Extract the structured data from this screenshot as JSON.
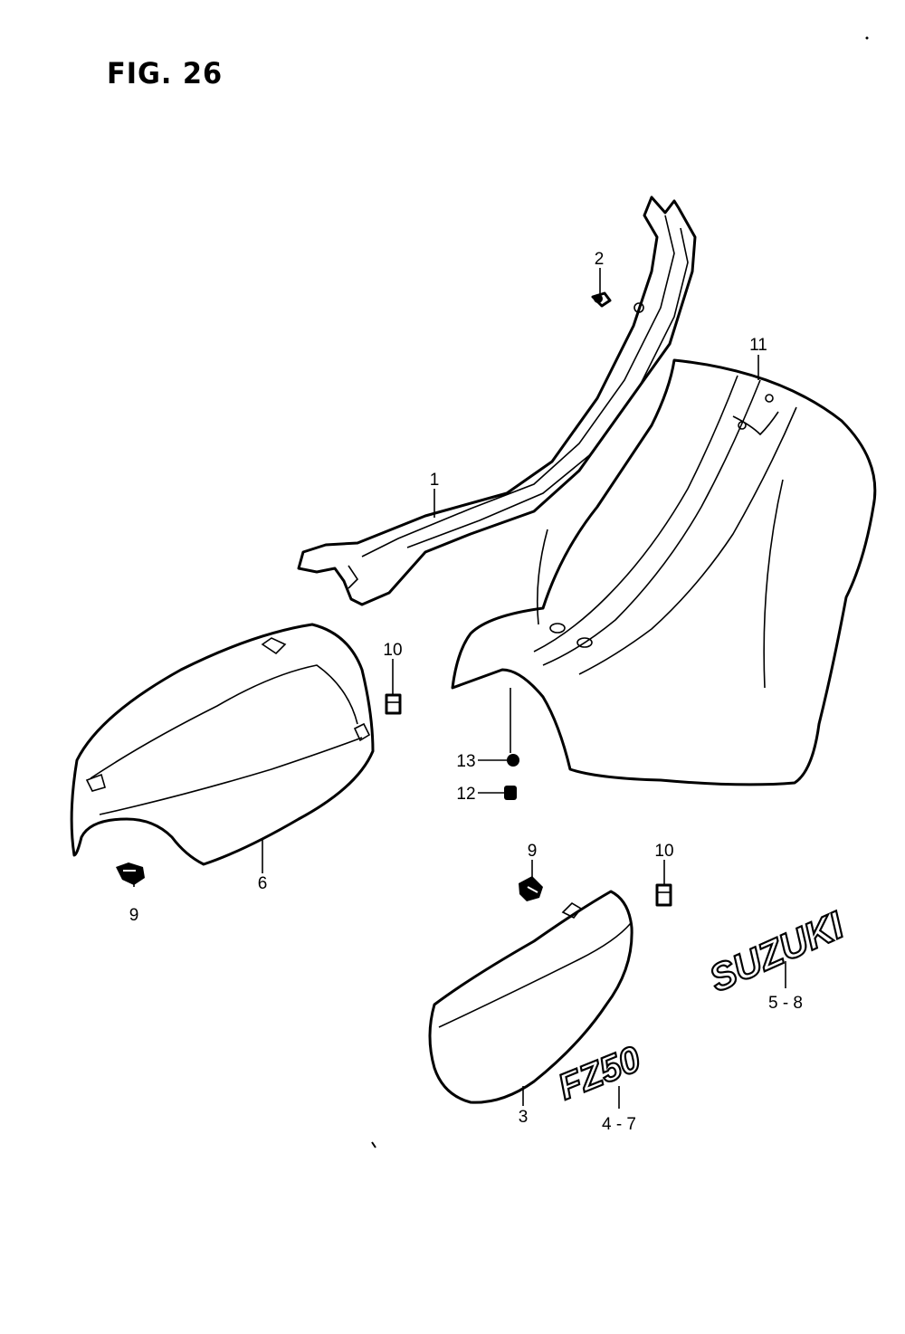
{
  "title": "FIG. 26",
  "labels": {
    "p1": "1",
    "p2": "2",
    "p3": "3",
    "p4_7": "4 - 7",
    "p5_8": "5 - 8",
    "p6": "6",
    "p9a": "9",
    "p9b": "9",
    "p10a": "10",
    "p10b": "10",
    "p11": "11",
    "p12": "12",
    "p13": "13"
  },
  "emblems": {
    "model": "FZ50",
    "brand": "SUZUKI"
  }
}
